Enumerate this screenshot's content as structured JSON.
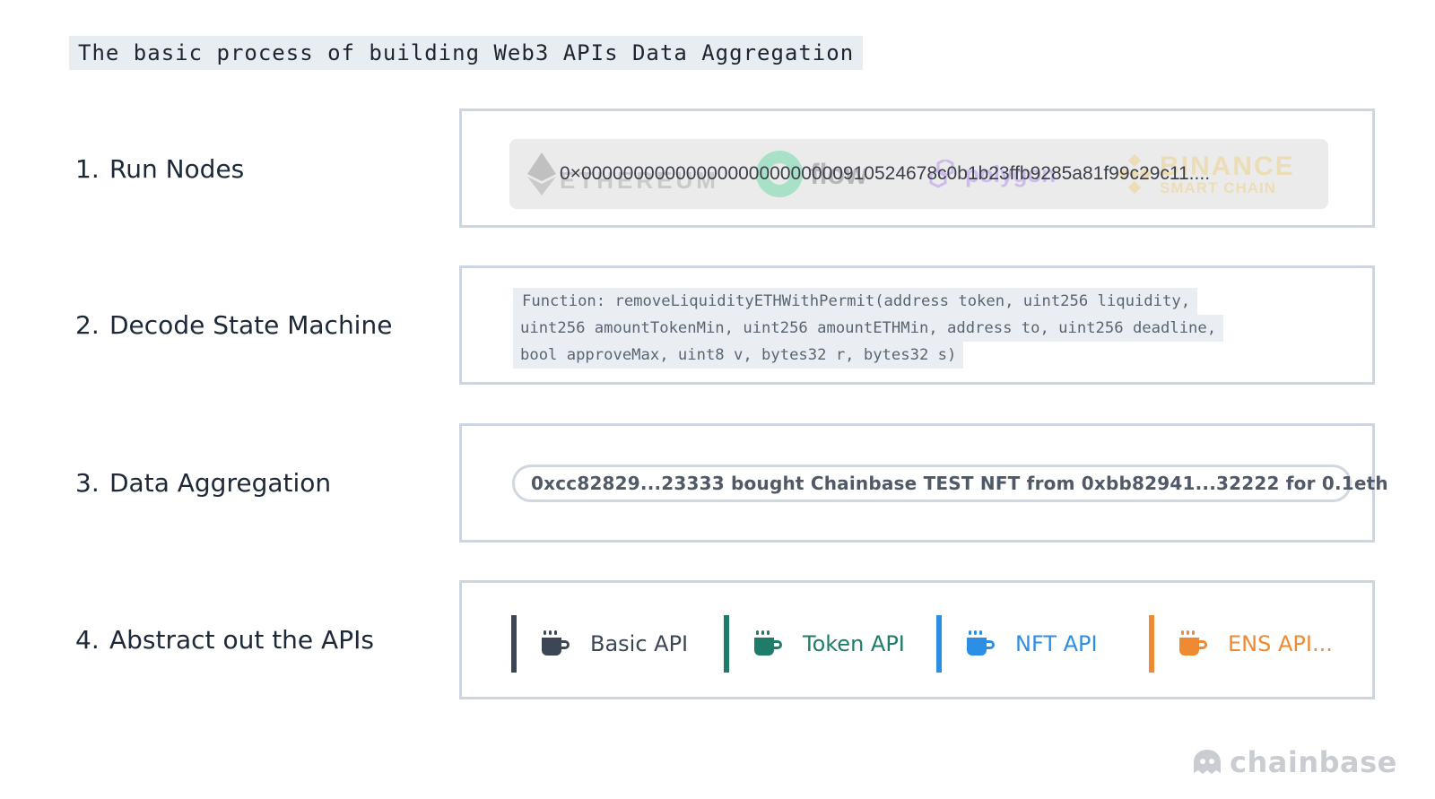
{
  "title": "The basic process of building Web3 APIs Data Aggregation",
  "steps": [
    {
      "num": "1.",
      "label": "Run Nodes"
    },
    {
      "num": "2.",
      "label": "Decode State Machine"
    },
    {
      "num": "3.",
      "label": "Data Aggregation"
    },
    {
      "num": "4.",
      "label": "Abstract out the APIs"
    }
  ],
  "row1": {
    "hash": "0×0000000000000000000000000910524678c0b1b23ffb9285a81f99c29c11....",
    "chains": [
      {
        "name": "ETHEREUM",
        "icon": "ethereum-icon"
      },
      {
        "name": "flow",
        "icon": "flow-icon"
      },
      {
        "name": "polygon",
        "icon": "polygon-icon"
      },
      {
        "name": "BINANCE",
        "sub": "SMART CHAIN",
        "icon": "binance-icon"
      }
    ]
  },
  "row2": {
    "lines": [
      "Function: removeLiquidityETHWithPermit(address token, uint256 liquidity,",
      "uint256 amountTokenMin, uint256 amountETHMin, address to, uint256 deadline,",
      "bool approveMax, uint8 v, bytes32 r, bytes32 s)"
    ]
  },
  "row3": {
    "text": "0xcc82829...23333 bought Chainbase TEST NFT from 0xbb82941...32222 for 0.1eth"
  },
  "row4": {
    "apis": [
      {
        "label": "Basic API",
        "color": "#3c4654",
        "icon": "coffee-mug-icon"
      },
      {
        "label": "Token API",
        "color": "#1e7c68",
        "icon": "coffee-mug-icon"
      },
      {
        "label": "NFT API",
        "color": "#2c8fe6",
        "icon": "coffee-mug-icon"
      },
      {
        "label": "ENS API...",
        "color": "#ef8a33",
        "icon": "coffee-mug-icon"
      }
    ]
  },
  "brand": {
    "name": "chainbase",
    "icon": "ghost-logo-icon"
  }
}
